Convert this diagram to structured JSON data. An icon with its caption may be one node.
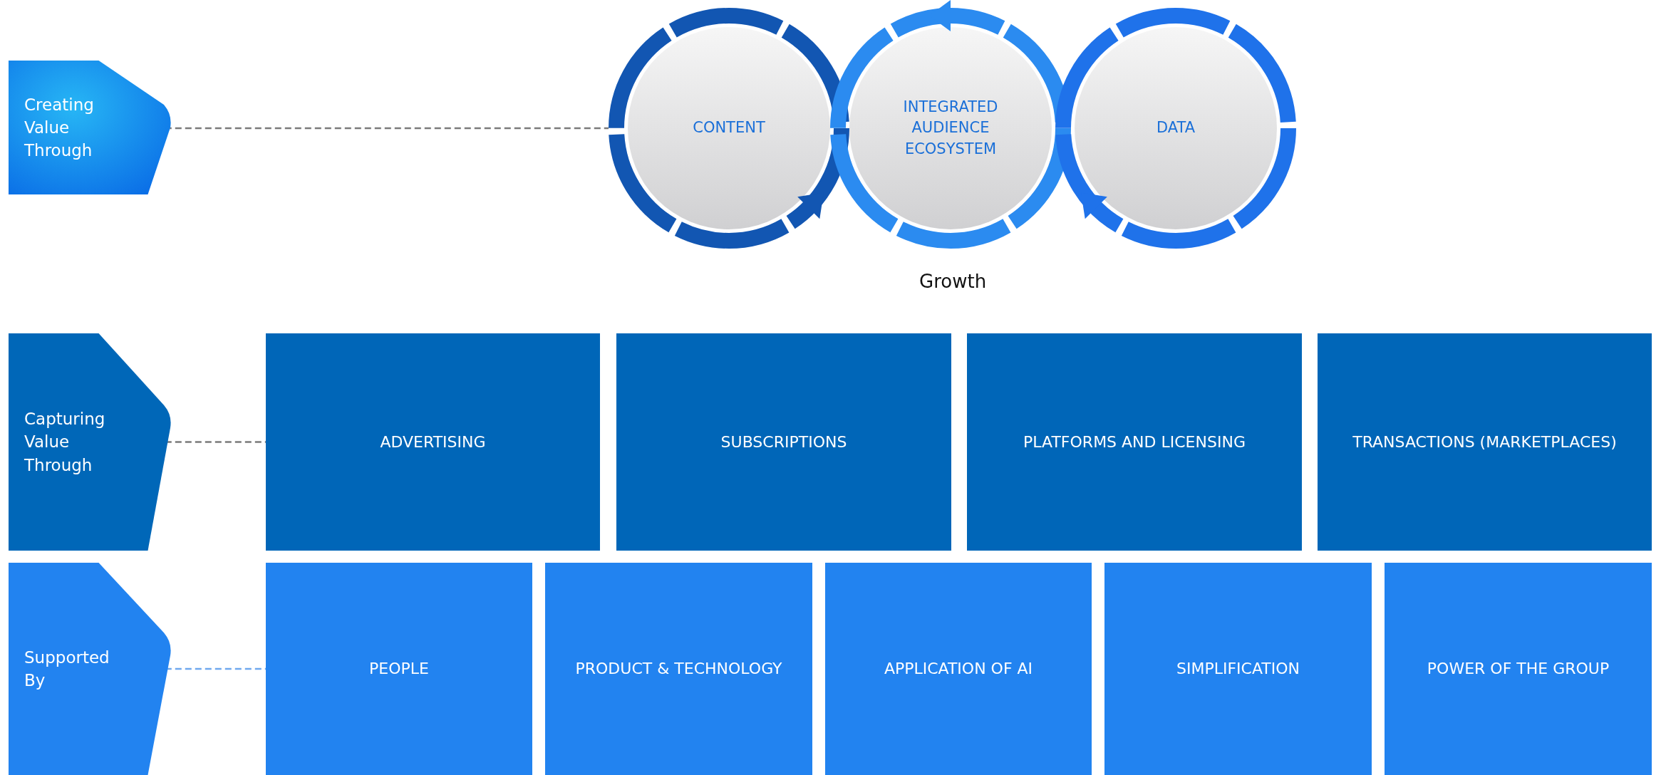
{
  "diagram": {
    "nodes": [
      {
        "text": [
          "Creating Value Through"
        ]
      },
      {
        "text": [
          "CONTENT"
        ]
      },
      {
        "text": [
          "INTEGRATED AUDIENCE ECOSYSTEM"
        ]
      },
      {
        "text": [
          "DATA"
        ]
      },
      {
        "text": [
          "Capturing Value Through"
        ]
      },
      {
        "text": [
          "ADVERTISING"
        ]
      },
      {
        "text": [
          "SUBSCRIPTIONS"
        ]
      },
      {
        "text": [
          "PLATFORMS AND LICENSING"
        ]
      },
      {
        "text": [
          "TRANSACTIONS (MARKETPLACES)"
        ]
      },
      {
        "text": [
          "Supported By"
        ]
      },
      {
        "text": [
          "PEOPLE"
        ]
      },
      {
        "text": [
          "PRODUCT & TECHNOLOGY"
        ]
      },
      {
        "text": [
          "APPLICATION OF AI"
        ]
      },
      {
        "text": [
          "SIMPLIFICATION"
        ]
      },
      {
        "text": [
          "POWER OF THE GROUP"
        ]
      }
    ],
    "edges": [
      {
        "from": 0,
        "to": 1,
        "arrow": "none",
        "style": "dashed"
      },
      {
        "from": 4,
        "to": 5,
        "arrow": "none",
        "style": "dashed"
      },
      {
        "from": 9,
        "to": 10,
        "arrow": "none",
        "style": "dashed",
        "color": "#6fa8ee"
      }
    ],
    "labels": [
      "Growth"
    ]
  }
}
